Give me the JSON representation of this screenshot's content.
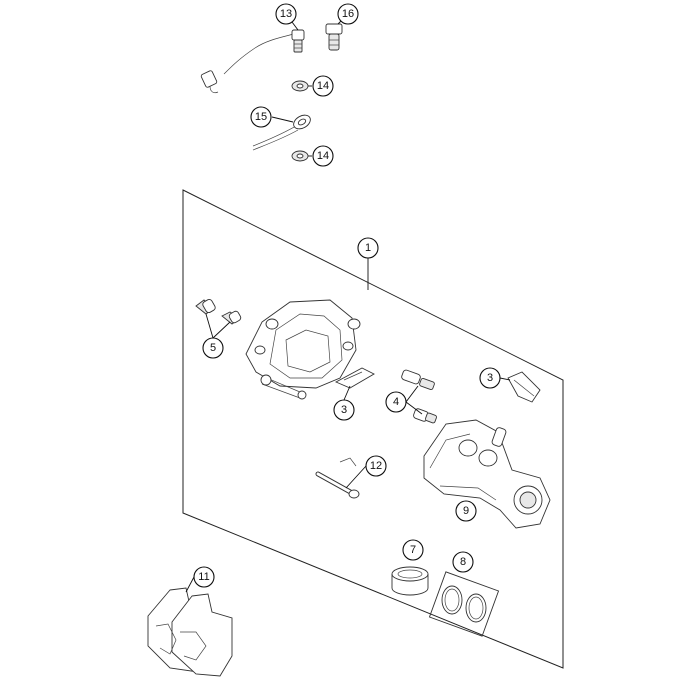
{
  "callouts": [
    {
      "id": "c13",
      "label": "13"
    },
    {
      "id": "c16",
      "label": "16"
    },
    {
      "id": "c14a",
      "label": "14"
    },
    {
      "id": "c15",
      "label": "15"
    },
    {
      "id": "c14b",
      "label": "14"
    },
    {
      "id": "c1",
      "label": "1"
    },
    {
      "id": "c5",
      "label": "5"
    },
    {
      "id": "c3a",
      "label": "3"
    },
    {
      "id": "c3b",
      "label": "3"
    },
    {
      "id": "c4",
      "label": "4"
    },
    {
      "id": "c12",
      "label": "12"
    },
    {
      "id": "c9",
      "label": "9"
    },
    {
      "id": "c7",
      "label": "7"
    },
    {
      "id": "c8",
      "label": "8"
    },
    {
      "id": "c11",
      "label": "11"
    }
  ]
}
